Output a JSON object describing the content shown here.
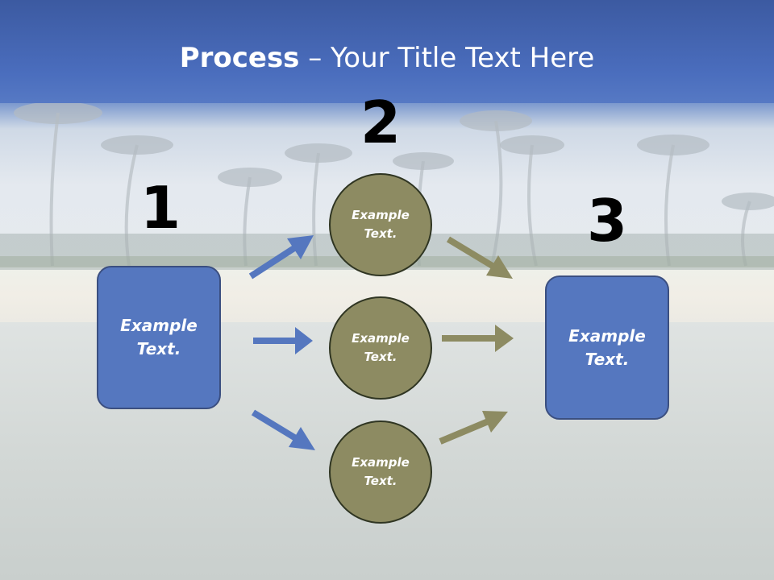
{
  "title": {
    "bold": "Process",
    "rest": " – Your Title Text Here"
  },
  "steps": [
    {
      "number": "1",
      "label": "Example Text."
    },
    {
      "number": "2",
      "items": [
        "Example Text.",
        "Example Text.",
        "Example Text."
      ]
    },
    {
      "number": "3",
      "label": "Example Text."
    }
  ],
  "colors": {
    "header": "#4a6dbd",
    "box_fill": "#5577bf",
    "circle_fill": "#8d8b62",
    "blue_arrow": "#5577bf",
    "olive_arrow": "#8d8b62"
  }
}
